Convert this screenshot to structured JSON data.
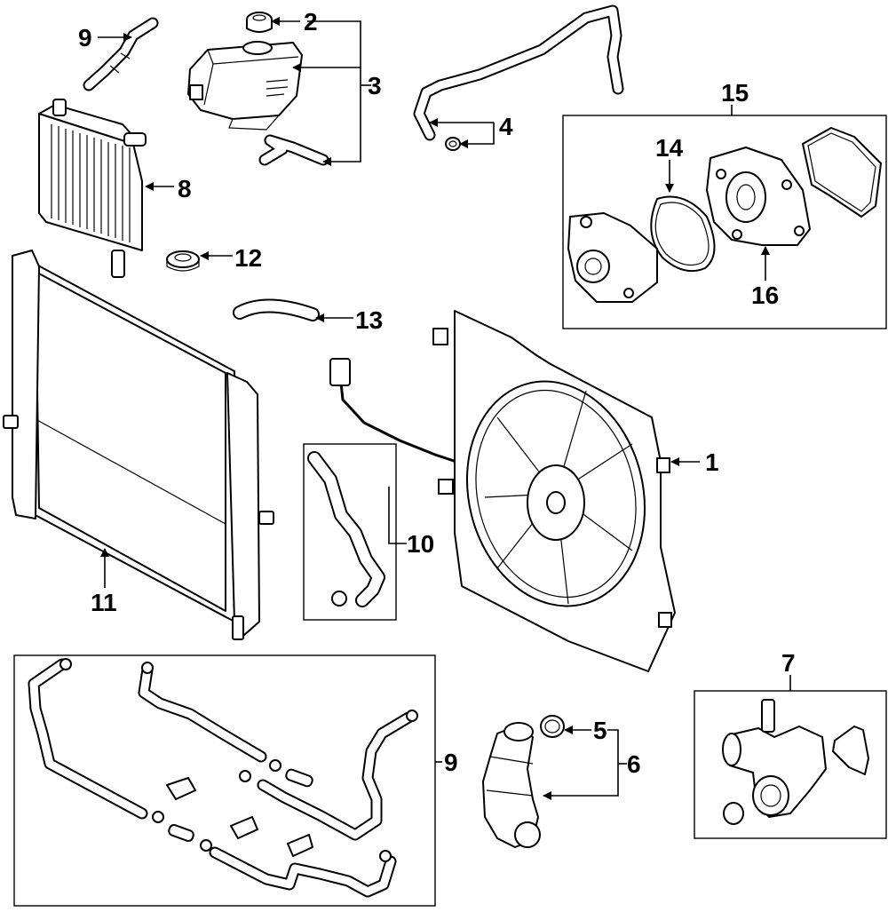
{
  "diagram": {
    "callouts": {
      "c1": "1",
      "c2": "2",
      "c3": "3",
      "c4": "4",
      "c5": "5",
      "c6": "6",
      "c7": "7",
      "c8": "8",
      "c9a": "9",
      "c9b": "9",
      "c10": "10",
      "c11": "11",
      "c12": "12",
      "c13": "13",
      "c14": "14",
      "c15": "15",
      "c16": "16"
    }
  }
}
